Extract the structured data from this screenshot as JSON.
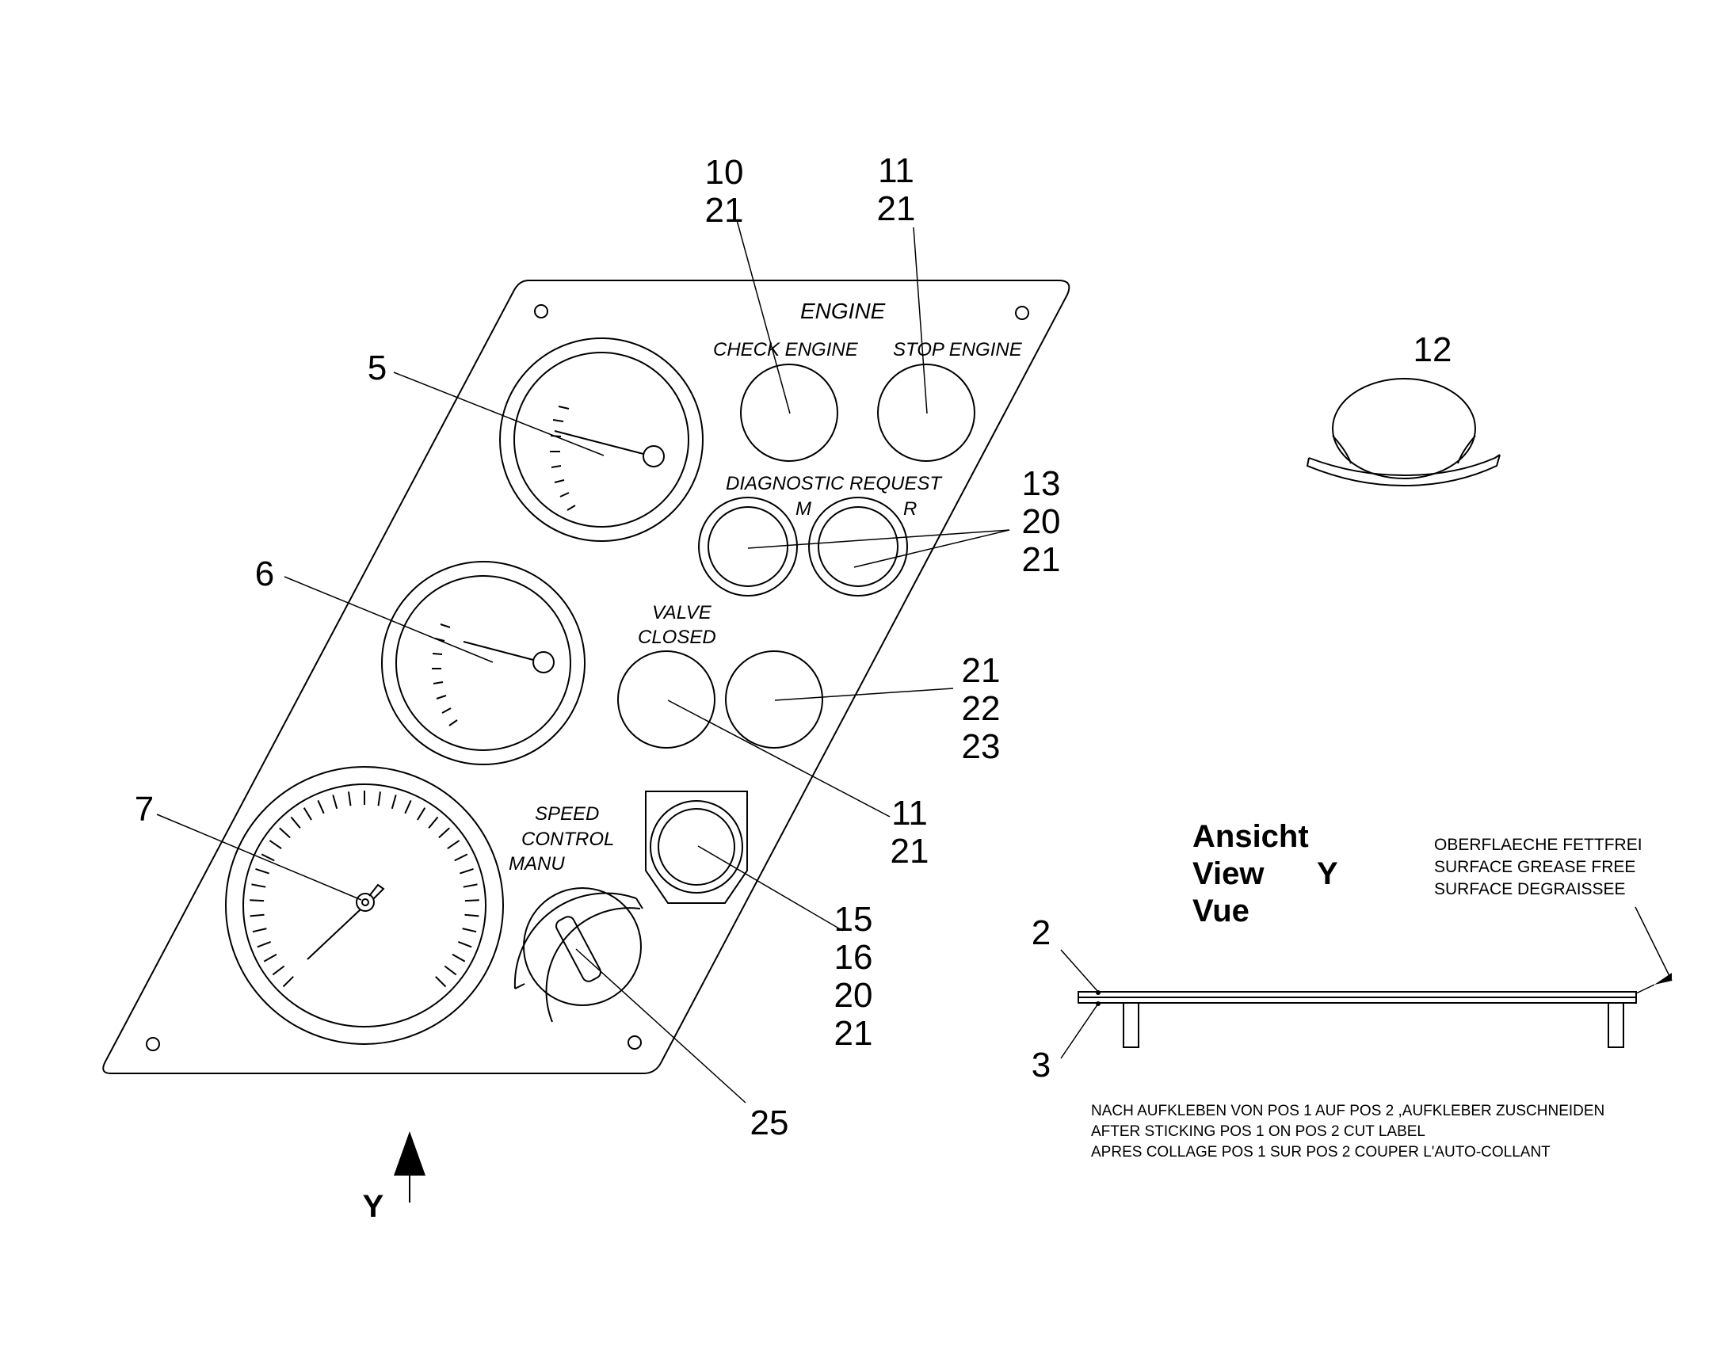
{
  "panel": {
    "engine_label": "ENGINE",
    "check_engine_label": "CHECK ENGINE",
    "stop_engine_label": "STOP ENGINE",
    "diagnostic_request_label": "DIAGNOSTIC REQUEST",
    "diag_m_label": "M",
    "diag_r_label": "R",
    "valve_line1": "VALVE",
    "valve_line2": "CLOSED",
    "speed_line1": "SPEED",
    "speed_line2": "CONTROL",
    "speed_line3": "MANU"
  },
  "callouts": {
    "c10": [
      "10",
      "21"
    ],
    "c11top": [
      "11",
      "21"
    ],
    "c12": "12",
    "c5": "5",
    "c6": "6",
    "c7": "7",
    "c13": [
      "13",
      "20",
      "21"
    ],
    "c21": [
      "21",
      "22",
      "23"
    ],
    "c11mid": [
      "11",
      "21"
    ],
    "c15": [
      "15",
      "16",
      "20",
      "21"
    ],
    "c25": "25",
    "c2": "2",
    "c3": "3"
  },
  "view": {
    "line1": "Ansicht",
    "line2": "View",
    "line2_letter": "Y",
    "line3": "Vue",
    "arrow_label": "Y"
  },
  "surface_note": [
    "OBERFLAECHE FETTFREI",
    "SURFACE GREASE FREE",
    "SURFACE DEGRAISSEE"
  ],
  "sticking_note": [
    "NACH AUFKLEBEN VON POS 1 AUF POS 2 ,AUFKLEBER ZUSCHNEIDEN",
    "AFTER STICKING POS 1 ON POS 2 CUT LABEL",
    "APRES COLLAGE POS 1 SUR POS 2 COUPER L'AUTO-COLLANT"
  ]
}
